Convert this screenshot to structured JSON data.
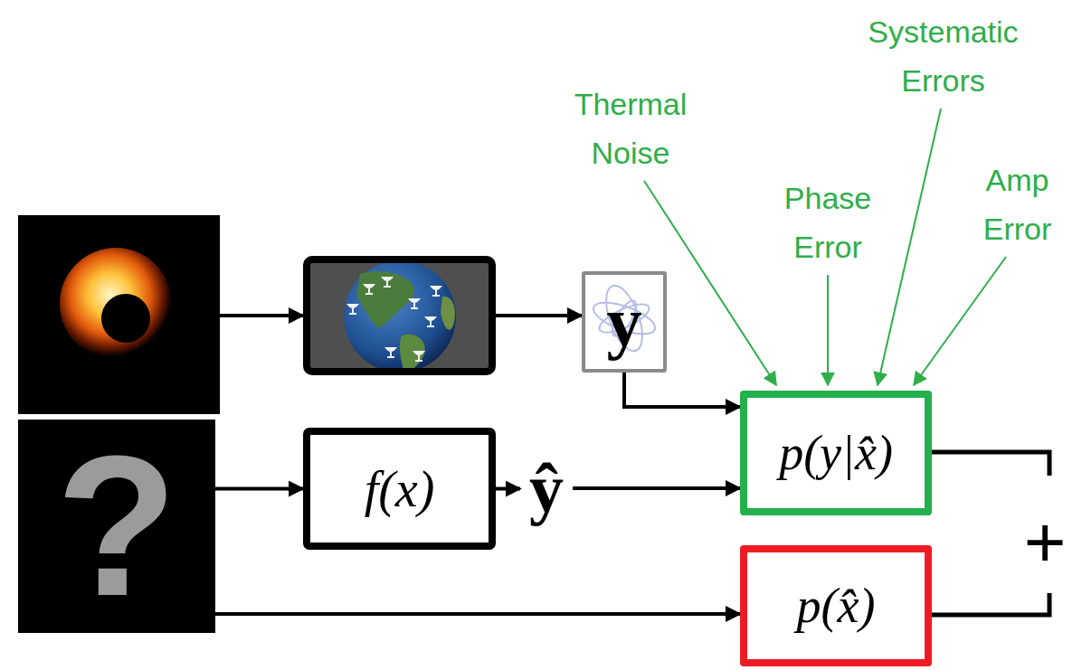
{
  "diagram": {
    "nodes": [
      {
        "text": [
          "y"
        ]
      },
      {
        "text": [
          "?"
        ]
      },
      {
        "text": [
          "f(x)"
        ]
      },
      {
        "text": [
          "ŷ"
        ]
      },
      {
        "text": [
          "p(y|x̂)"
        ]
      },
      {
        "text": [
          "p(x̂)"
        ]
      }
    ],
    "edges": [
      {
        "from": 0,
        "to": 4,
        "arrow": "to"
      },
      {
        "from": 1,
        "to": 2,
        "arrow": "to"
      },
      {
        "from": 2,
        "to": 3,
        "arrow": "to"
      },
      {
        "from": 3,
        "to": 4,
        "arrow": "to"
      },
      {
        "from": 1,
        "to": 5,
        "arrow": "to"
      }
    ],
    "labels": [
      "Thermal Noise",
      "Phase Error",
      "Systematic Errors",
      "Amp Error",
      "+"
    ]
  }
}
